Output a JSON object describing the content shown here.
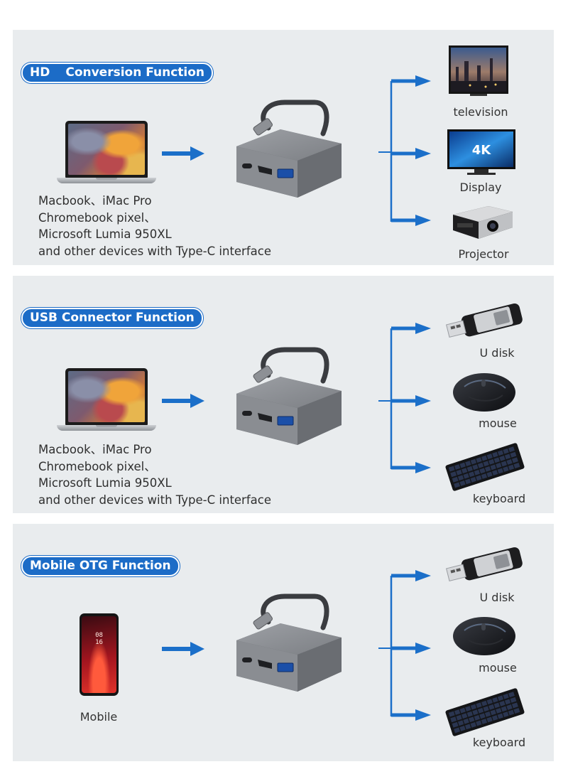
{
  "panels": [
    {
      "title_part1": "HD",
      "title_part2": "Conversion Function",
      "source_lines": [
        "Macbook、iMac Pro",
        "Chromebook pixel、",
        "Microsoft Lumia 950XL",
        "and other devices with Type-C interface"
      ],
      "outputs": [
        "television",
        "Display",
        "Projector"
      ]
    },
    {
      "title": "USB Connector Function",
      "source_lines": [
        "Macbook、iMac Pro",
        "Chromebook pixel、",
        "Microsoft Lumia 950XL",
        "and other devices with Type-C interface"
      ],
      "outputs": [
        "U disk",
        "mouse",
        "keyboard"
      ]
    },
    {
      "title": "Mobile OTG Function",
      "source_label": "Mobile",
      "outputs": [
        "U disk",
        "mouse",
        "keyboard"
      ]
    }
  ],
  "display_badge": "4K",
  "phone_clock": [
    "08",
    "16"
  ],
  "colors": {
    "accent": "#1c6cc7",
    "panel_bg": "#e9ecee",
    "arrow": "#1b6fc9",
    "hub": "#7b7e83"
  },
  "icons": [
    "laptop-icon",
    "usb-c-hub-icon",
    "arrow-right-icon",
    "television-icon",
    "display-icon",
    "projector-icon",
    "usb-flash-drive-icon",
    "mouse-icon",
    "keyboard-icon",
    "smartphone-icon"
  ]
}
